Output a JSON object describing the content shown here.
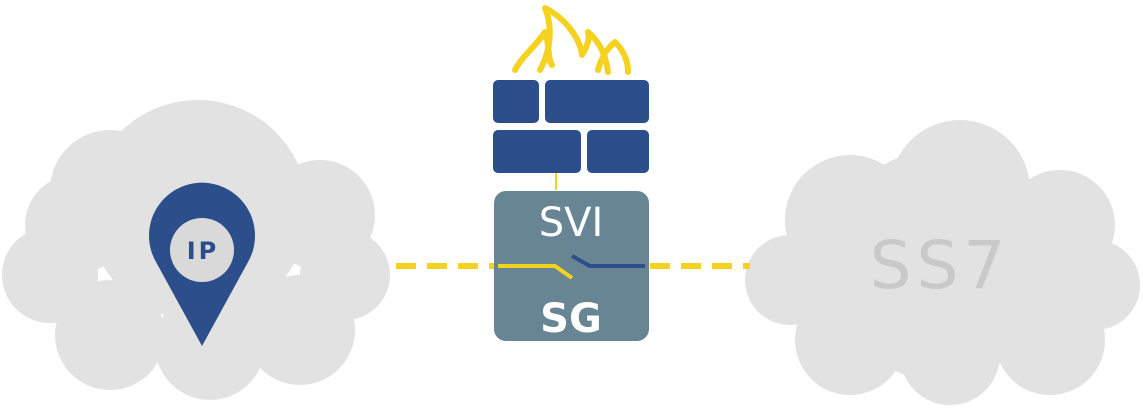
{
  "nodes": {
    "ip_network": {
      "label": "IP",
      "cloud_color": "#e2e2e2",
      "pin_color": "#2c4e8a",
      "pin_inner_color": "#d9d9d9",
      "text_color": "#2c4e8a"
    },
    "ss7_network": {
      "label": "SS7",
      "cloud_color": "#e2e2e2",
      "text_color": "#c9c9c9"
    },
    "gateway": {
      "top_label": "SVI",
      "bottom_label": "SG",
      "box_color": "#678593",
      "text_color": "#ffffff"
    },
    "firewall": {
      "brick_color": "#2c4e8a",
      "flame_color": "#f5d21f"
    }
  },
  "links": {
    "line_color": "#f5d21f",
    "switch_color": "#2c4e8a"
  }
}
